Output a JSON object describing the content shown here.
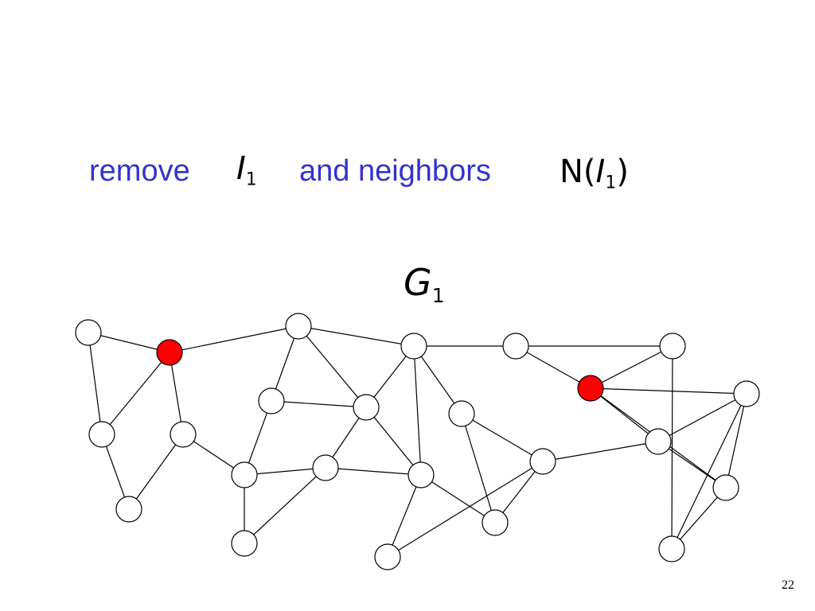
{
  "caption": {
    "remove": "remove",
    "and_neighbors": "and neighbors",
    "i1_var": "I",
    "i1_sub": "1",
    "n_prefix": "N(",
    "n_var": "I",
    "n_sub": "1",
    "n_suffix": ")"
  },
  "graph_label": {
    "var": "G",
    "sub": "1"
  },
  "page_number": "22",
  "colors": {
    "caption_text": "#3333cc",
    "removed_node_fill": "#ff0000",
    "node_fill": "#ffffff",
    "stroke": "#000000"
  },
  "graph": {
    "nodes": [
      {
        "id": "a",
        "state": "normal"
      },
      {
        "id": "b",
        "state": "removed"
      },
      {
        "id": "c",
        "state": "normal"
      },
      {
        "id": "d",
        "state": "normal"
      },
      {
        "id": "e",
        "state": "normal"
      },
      {
        "id": "f",
        "state": "normal"
      },
      {
        "id": "g",
        "state": "normal"
      },
      {
        "id": "h",
        "state": "normal"
      },
      {
        "id": "i",
        "state": "normal"
      },
      {
        "id": "j",
        "state": "normal"
      },
      {
        "id": "k",
        "state": "normal"
      },
      {
        "id": "l",
        "state": "normal"
      },
      {
        "id": "m",
        "state": "normal"
      },
      {
        "id": "n",
        "state": "normal"
      },
      {
        "id": "o",
        "state": "normal"
      },
      {
        "id": "p",
        "state": "normal"
      },
      {
        "id": "q",
        "state": "normal"
      },
      {
        "id": "r",
        "state": "removed"
      },
      {
        "id": "s",
        "state": "normal"
      },
      {
        "id": "t",
        "state": "normal"
      },
      {
        "id": "u",
        "state": "normal"
      },
      {
        "id": "v",
        "state": "normal"
      },
      {
        "id": "w",
        "state": "normal"
      },
      {
        "id": "x",
        "state": "normal"
      }
    ],
    "edges": [
      [
        "a",
        "b"
      ],
      [
        "a",
        "c"
      ],
      [
        "b",
        "c"
      ],
      [
        "b",
        "d"
      ],
      [
        "c",
        "e"
      ],
      [
        "d",
        "e"
      ],
      [
        "b",
        "f"
      ],
      [
        "d",
        "h"
      ],
      [
        "f",
        "g"
      ],
      [
        "f",
        "i"
      ],
      [
        "f",
        "j"
      ],
      [
        "g",
        "h"
      ],
      [
        "g",
        "i"
      ],
      [
        "h",
        "k"
      ],
      [
        "h",
        "l"
      ],
      [
        "i",
        "j"
      ],
      [
        "i",
        "k"
      ],
      [
        "i",
        "m"
      ],
      [
        "j",
        "n"
      ],
      [
        "j",
        "m"
      ],
      [
        "k",
        "m"
      ],
      [
        "l",
        "k"
      ],
      [
        "m",
        "o"
      ],
      [
        "m",
        "p"
      ],
      [
        "n",
        "o"
      ],
      [
        "o",
        "q"
      ],
      [
        "p",
        "q"
      ],
      [
        "j",
        "s"
      ],
      [
        "s",
        "r"
      ],
      [
        "s",
        "t"
      ],
      [
        "r",
        "t"
      ],
      [
        "r",
        "u"
      ],
      [
        "r",
        "v"
      ],
      [
        "r",
        "w"
      ],
      [
        "q",
        "u"
      ],
      [
        "q",
        "n"
      ],
      [
        "t",
        "x"
      ],
      [
        "v",
        "u"
      ],
      [
        "v",
        "w"
      ],
      [
        "w",
        "x"
      ],
      [
        "w",
        "u"
      ],
      [
        "x",
        "v"
      ]
    ]
  }
}
